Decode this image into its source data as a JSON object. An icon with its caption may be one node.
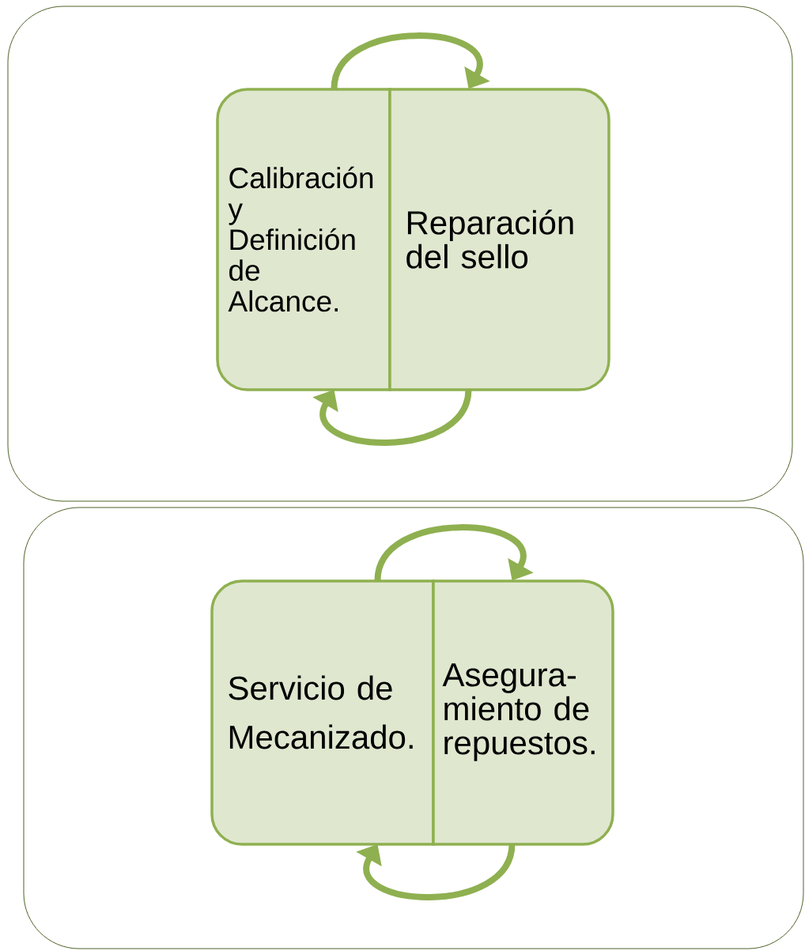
{
  "diagram": {
    "nodes": [
      {
        "text": [],
        "shape": "box"
      },
      {
        "text": [
          "Calibración y Definición de Alcance."
        ],
        "in": 0
      },
      {
        "text": [
          "Reparación del sello"
        ],
        "in": 0
      },
      {
        "text": [],
        "shape": "box"
      },
      {
        "text": [
          "Servicio de Mecanizado."
        ],
        "in": 3
      },
      {
        "text": [
          "Asegura-miento de repuestos."
        ],
        "in": 3
      }
    ],
    "edges": [
      {
        "from": 1,
        "to": 2,
        "arrow": "to"
      },
      {
        "from": 2,
        "to": 1,
        "arrow": "to"
      },
      {
        "from": 4,
        "to": 5,
        "arrow": "to"
      },
      {
        "from": 5,
        "to": 4,
        "arrow": "to"
      }
    ]
  }
}
